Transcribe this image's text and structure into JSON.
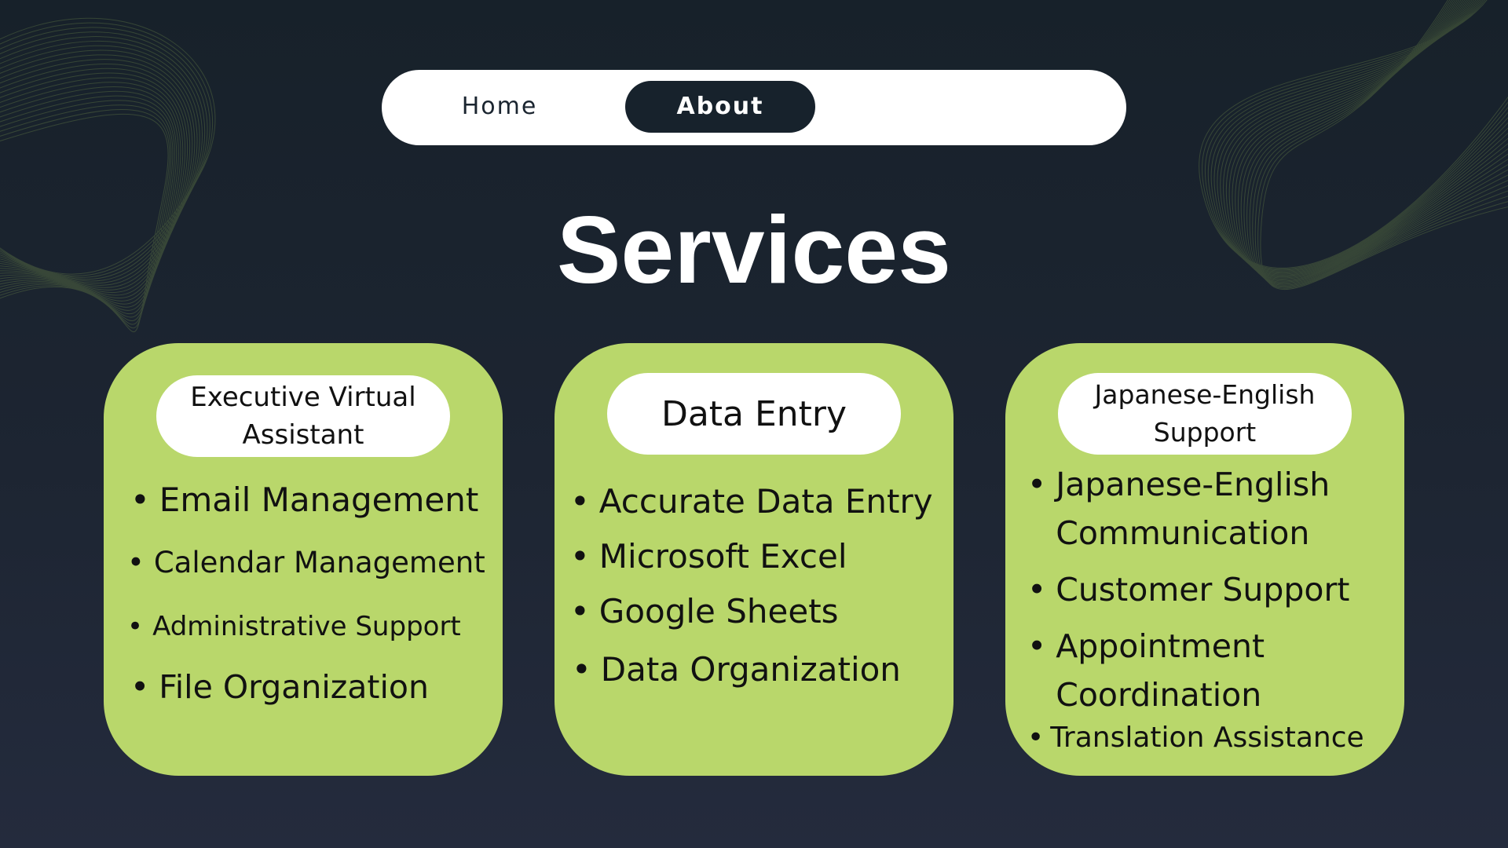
{
  "nav": {
    "home_label": "Home",
    "about_label": "About"
  },
  "page_title": "Services",
  "cards": [
    {
      "title": "Executive Virtual Assistant",
      "items": [
        "Email Management",
        "Calendar Management",
        "Administrative Support",
        "File Organization"
      ]
    },
    {
      "title": "Data Entry",
      "items": [
        "Accurate Data Entry",
        "Microsoft Excel",
        "Google Sheets",
        "Data Organization"
      ]
    },
    {
      "title": "Japanese-English Support",
      "items": [
        "Japanese-English Communication",
        "Customer Support",
        "Appointment Coordination",
        "Translation Assistance"
      ]
    }
  ],
  "colors": {
    "background": "#1b2430",
    "card": "#b9d76b",
    "nav_active": "#17222c",
    "text_light": "#ffffff"
  }
}
